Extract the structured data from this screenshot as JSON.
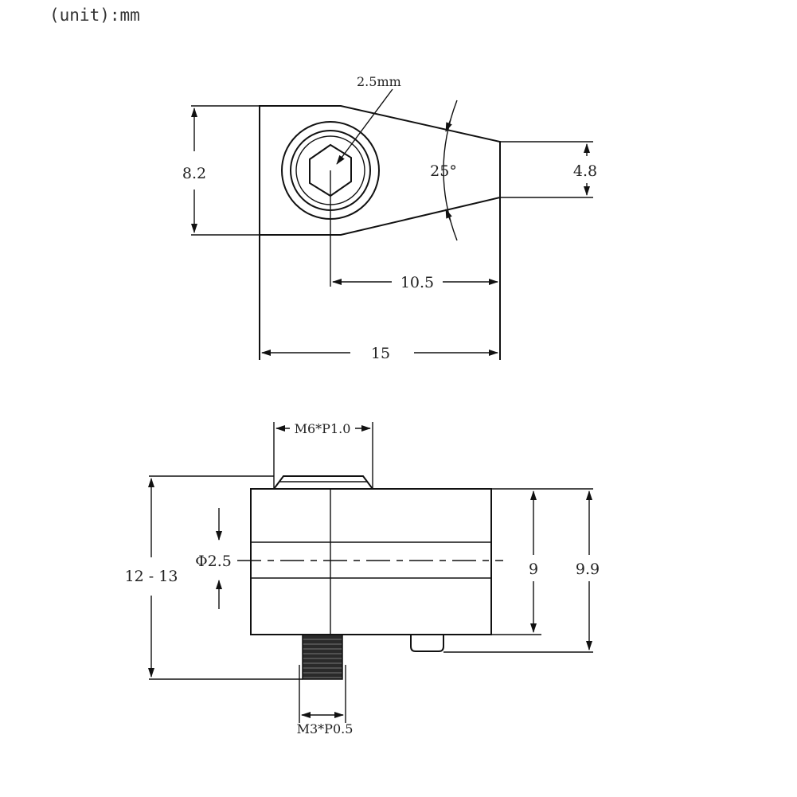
{
  "unit_note": "(unit):mm",
  "top_view": {
    "hex_size": "2.5mm",
    "height": "8.2",
    "angle": "25°",
    "tip_height": "4.8",
    "center_to_tip": "10.5",
    "total_length": "15"
  },
  "side_view": {
    "top_thread": "M6*P1.0",
    "hole_diameter": "Φ2.5",
    "overall_height": "12 - 13",
    "body_height": "9",
    "height_with_pin": "9.9",
    "bottom_thread": "M3*P0.5"
  }
}
